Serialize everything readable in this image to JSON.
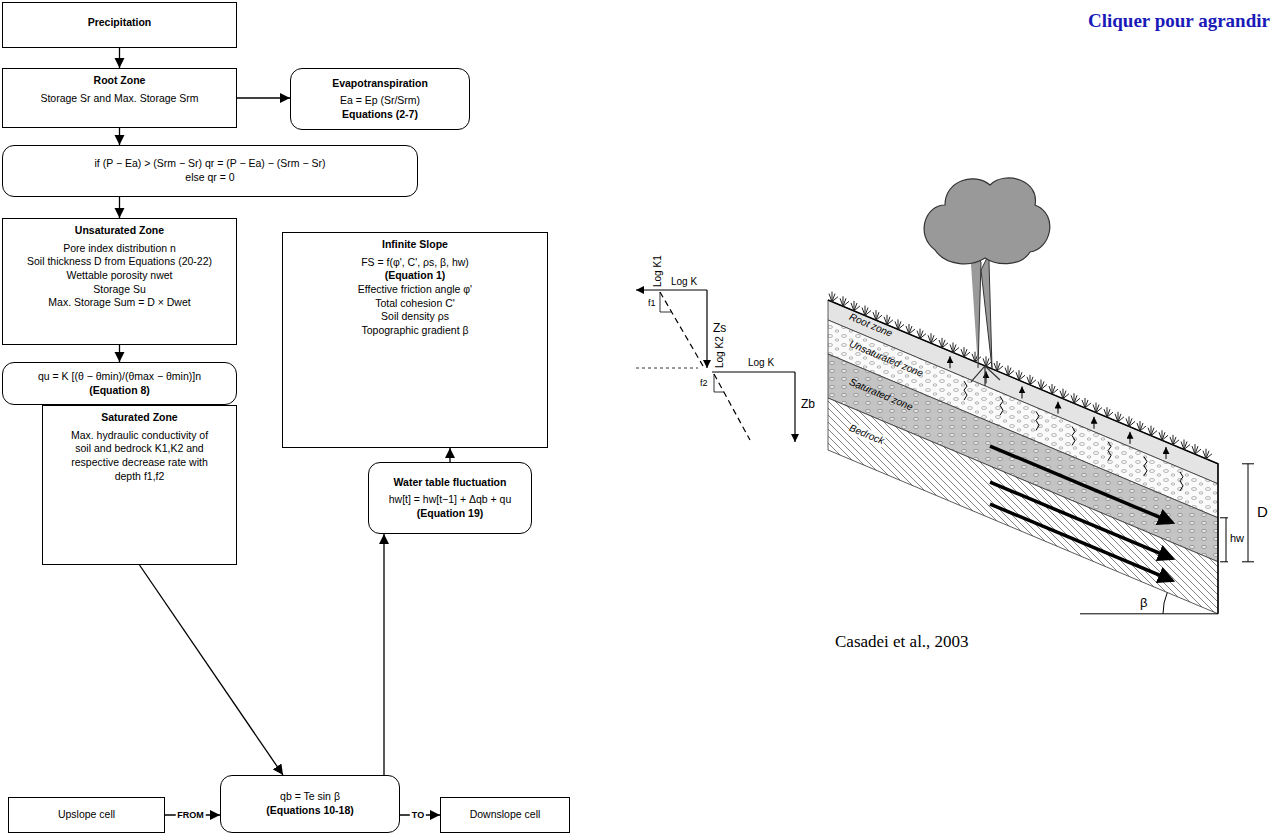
{
  "diagram": {
    "caption": "Casadei et al., 2003",
    "nodes": [
      {
        "text": [
          "Precipitation"
        ]
      },
      {
        "text": [
          "Root Zone",
          "Storage Sr and Max. Storage Srm"
        ]
      },
      {
        "text": [
          "Evapotranspiration",
          "Ea = Ep (Sr/Srm)",
          "Equations (2-7)"
        ]
      },
      {
        "text": [
          "if (P − Ea) > (Srm − Sr) qr = (P − Ea) − (Srm − Sr)",
          "else qr = 0"
        ]
      },
      {
        "text": [
          "Unsaturated Zone",
          "Pore index distribution n",
          "Soil thickness D from Equations (20-22)",
          "Wettable porosity nwet",
          "Storage Su",
          "Max. Storage Sum = D × Dwet"
        ]
      },
      {
        "text": [
          "qu = K [(θ − θmin)/(θmax − θmin)]n",
          "(Equation 8)"
        ]
      },
      {
        "text": [
          "Saturated Zone",
          "Max. hydraulic conductivity of soil and bedrock K1,K2 and respective decrease rate with depth f1,f2"
        ]
      },
      {
        "text": [
          "Infinite Slope",
          "FS = f(φ', C', ρs, β, hw)",
          "(Equation 1)",
          "Effective friction angle φ'",
          "Total cohesion C'",
          "Soil density ρs",
          "Topographic gradient β"
        ]
      },
      {
        "text": [
          "Water table fluctuation",
          "hw[t] = hw[t−1] + Δqb + qu",
          "(Equation 19)"
        ]
      },
      {
        "text": [
          "Upslope cell"
        ]
      },
      {
        "text": [
          "qb = Te sin β",
          "(Equations 10-18)"
        ]
      },
      {
        "text": [
          "Downslope cell"
        ]
      }
    ],
    "edges": [
      {
        "from": 0,
        "to": 1,
        "arrow": "to"
      },
      {
        "from": 1,
        "to": 2,
        "arrow": "to"
      },
      {
        "from": 1,
        "to": 3,
        "arrow": "to"
      },
      {
        "from": 3,
        "to": 4,
        "arrow": "to"
      },
      {
        "from": 4,
        "to": 5,
        "arrow": "to"
      },
      {
        "from": 6,
        "to": 10,
        "arrow": "to"
      },
      {
        "from": 9,
        "to": 10,
        "label": "FROM",
        "arrow": "to"
      },
      {
        "from": 10,
        "to": 11,
        "label": "TO",
        "arrow": "to"
      },
      {
        "from": 10,
        "to": 8,
        "arrow": "to"
      },
      {
        "from": 8,
        "to": 7,
        "arrow": "to"
      }
    ],
    "labels": [
      "Cliquer pour agrandir",
      "Log K1",
      "Log K",
      "f1",
      "Zs",
      "Log K2",
      "Log K",
      "f2",
      "Zb",
      "Root zone",
      "Unsaturated zone",
      "Saturated zone",
      "Bedrock",
      "D",
      "hw",
      "β"
    ]
  }
}
